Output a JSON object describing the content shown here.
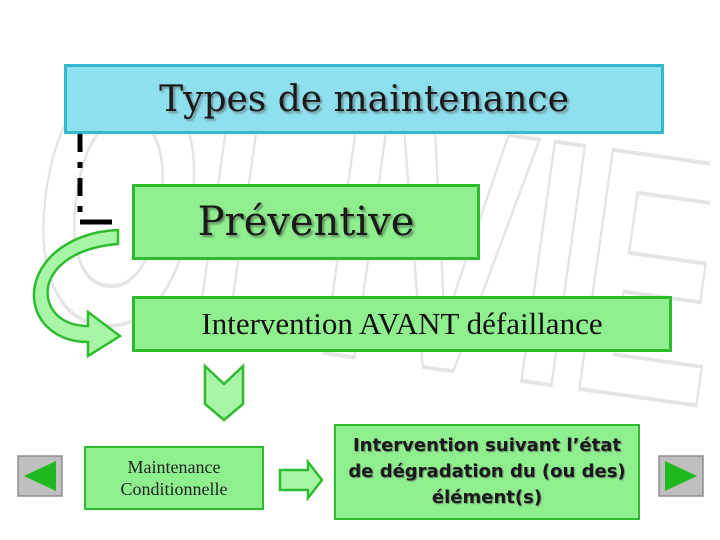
{
  "diagram": {
    "title": "Types de maintenance",
    "preventive": "Préventive",
    "intervention": "Intervention AVANT défaillance",
    "conditionnelle": "Maintenance Conditionnelle",
    "etat": "Intervention suivant l’état de dégradation du (ou des) élément(s)"
  },
  "watermark": "J.OLIVIER",
  "colors": {
    "title_fill": "#8ee0ee",
    "box_fill": "#8fef8f",
    "arrow_fill": "#a8f5a8",
    "nav_fill": "#1fb81f"
  },
  "icons": {
    "back": "triangle-left-icon",
    "forward": "triangle-right-icon",
    "curved": "curved-arrow-icon",
    "down": "chevron-down-arrow-icon",
    "right": "right-arrow-icon"
  }
}
